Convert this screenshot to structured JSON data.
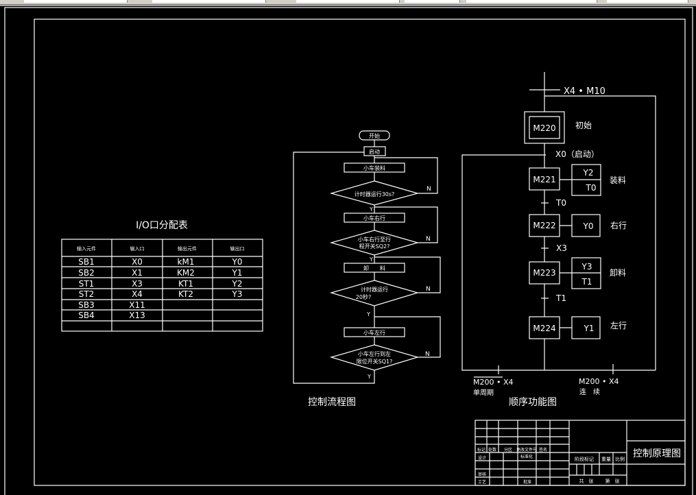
{
  "io_table": {
    "title": "I/O口分配表",
    "headers": [
      "输入元件",
      "输入口",
      "输出元件",
      "输出口"
    ],
    "rows": [
      [
        "SB1",
        "X0",
        "kM1",
        "Y0"
      ],
      [
        "SB2",
        "X1",
        "KM2",
        "Y1"
      ],
      [
        "ST1",
        "X3",
        "KT1",
        "Y2"
      ],
      [
        "ST2",
        "X4",
        "KT2",
        "Y3"
      ],
      [
        "SB3",
        "X11",
        "",
        ""
      ],
      [
        "SB4",
        "X13",
        "",
        ""
      ],
      [
        "",
        "",
        "",
        ""
      ]
    ]
  },
  "flowchart": {
    "title": "控制流程图",
    "start": "开始",
    "launch": "启动",
    "steps": [
      "小车装料",
      "小车右行",
      "卸　　料",
      "小车左行"
    ],
    "decisions": [
      [
        "计时器运行30s?"
      ],
      [
        "小车右行至行",
        "程开关SQ2?"
      ],
      [
        "计时器运行",
        "20秒?"
      ],
      [
        "小车左行到左",
        "限位开关SQ1?"
      ]
    ],
    "yes_label": "Y",
    "no_label": "N"
  },
  "sfc": {
    "title": "顺序功能图",
    "top_condition": "X4 • M10",
    "initial_step": "M220",
    "initial_label": "初始",
    "start_condition": "X0（启动）",
    "steps": [
      {
        "name": "M221",
        "actions": [
          "Y2",
          "T0"
        ],
        "label": "装料"
      },
      {
        "name": "M222",
        "actions": [
          "Y0"
        ],
        "label": "右行"
      },
      {
        "name": "M223",
        "actions": [
          "Y3",
          "T1"
        ],
        "label": "卸料"
      },
      {
        "name": "M224",
        "actions": [
          "Y1"
        ],
        "label": "左行"
      }
    ],
    "transitions": [
      "T0",
      "X3",
      "T1"
    ],
    "single_cycle_condition": "M200 • X4",
    "single_cycle_label": "单周期",
    "continuous_condition": "M200 • X4",
    "continuous_label": "连　续"
  },
  "title_block": {
    "drawing_title": "控制原理图",
    "row_labels": [
      "标记",
      "处数",
      "分区",
      "更改文件号",
      "签名"
    ],
    "designer": "设计",
    "standardization": "标准化",
    "review": "审核",
    "process": "工艺",
    "approve": "批准",
    "stage_mark": "阶段标记",
    "weight": "重量",
    "scale": "比例",
    "sheets_total": "共　张",
    "sheet_no": "第　张"
  }
}
